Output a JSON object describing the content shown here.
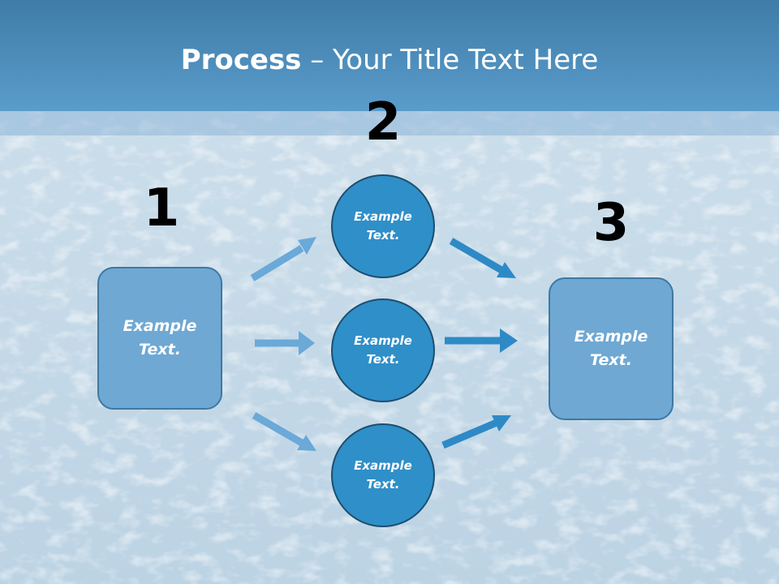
{
  "title": {
    "bold": "Process",
    "rest": " – Your Title Text Here"
  },
  "steps": {
    "one": "1",
    "two": "2",
    "three": "3"
  },
  "box_left": {
    "line1": "Example",
    "line2": "Text."
  },
  "box_right": {
    "line1": "Example",
    "line2": "Text."
  },
  "circles": [
    {
      "line1": "Example",
      "line2": "Text."
    },
    {
      "line1": "Example",
      "line2": "Text."
    },
    {
      "line1": "Example",
      "line2": "Text."
    }
  ],
  "colors": {
    "header": "#4f8fbf",
    "box_fill": "#6fa8d3",
    "circle_fill": "#2f8fc8",
    "arrow_light": "#6aa9d8",
    "arrow_dark": "#2e8ac6"
  }
}
